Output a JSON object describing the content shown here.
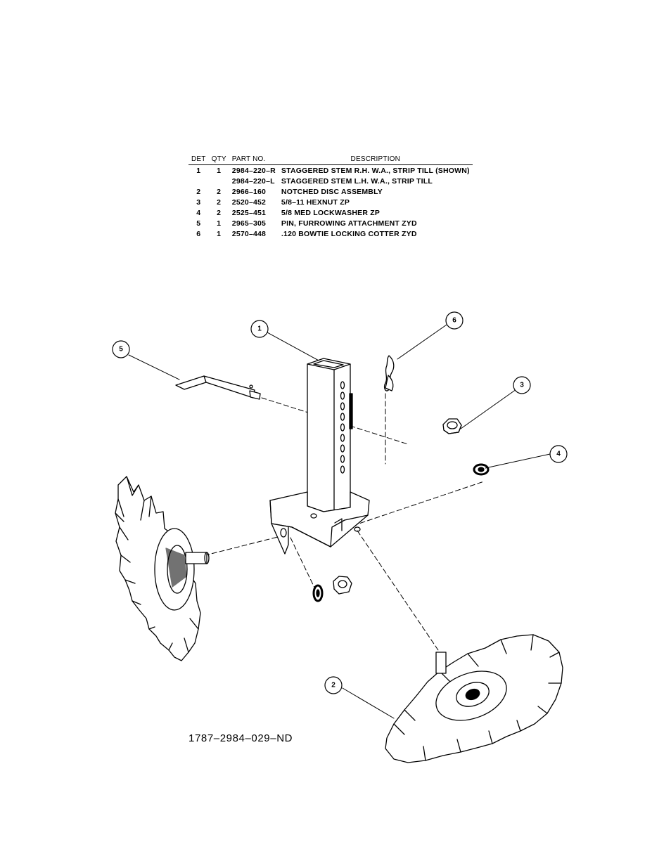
{
  "table": {
    "headers": {
      "det": "DET",
      "qty": "QTY",
      "part": "PART NO.",
      "desc": "DESCRIPTION"
    },
    "rows": [
      {
        "det": "1",
        "qty": "1",
        "part": "2984–220–R",
        "desc": "STAGGERED STEM R.H. W.A., STRIP TILL (SHOWN)"
      },
      {
        "det": "",
        "qty": "",
        "part": "2984–220–L",
        "desc": "STAGGERED STEM L.H. W.A., STRIP TILL"
      },
      {
        "det": "2",
        "qty": "2",
        "part": "2966–160",
        "desc": "NOTCHED DISC ASSEMBLY"
      },
      {
        "det": "3",
        "qty": "2",
        "part": "2520–452",
        "desc": "5/8–11 HEXNUT ZP"
      },
      {
        "det": "4",
        "qty": "2",
        "part": "2525–451",
        "desc": "5/8 MED LOCKWASHER ZP"
      },
      {
        "det": "5",
        "qty": "1",
        "part": "2965–305",
        "desc": "PIN, FURROWING ATTACHMENT ZYD"
      },
      {
        "det": "6",
        "qty": "1",
        "part": "2570–448",
        "desc": ".120 BOWTIE LOCKING COTTER ZYD"
      }
    ]
  },
  "callouts": {
    "c1": "1",
    "c2": "2",
    "c3": "3",
    "c4": "4",
    "c5": "5",
    "c6": "6"
  },
  "drawing_code": "1787–2984–029–ND"
}
